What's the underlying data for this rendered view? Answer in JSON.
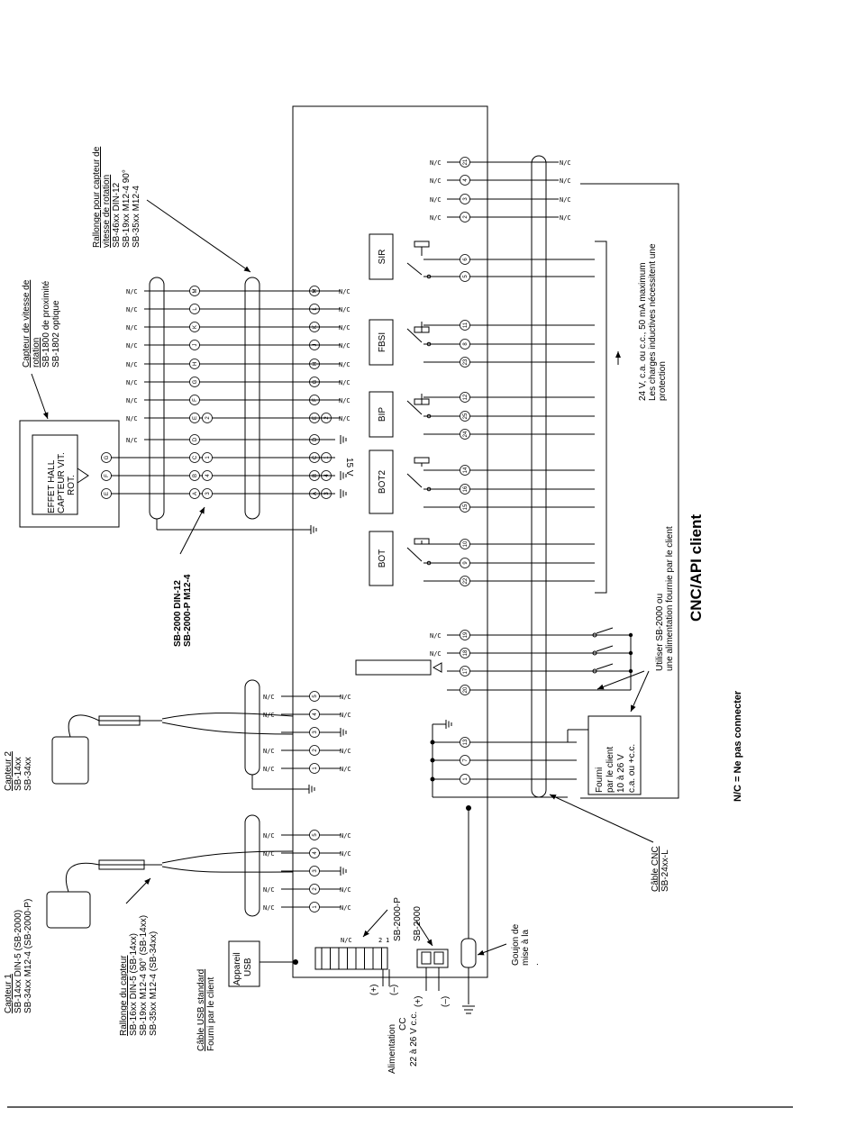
{
  "title": "CNC/API client",
  "footnote": "N/C = Ne pas connecter",
  "nc_label": "N/C",
  "relays": [
    "SIR",
    "FBSI",
    "BIP",
    "BOT2",
    "BOT"
  ],
  "hall": {
    "line1": "EFFET HALL",
    "line2": "CAPTEUR VIT.",
    "line3": "ROT."
  },
  "rot_sensor": {
    "title1": "Capteur de vitesse de",
    "title2": "rotation",
    "line1": "SB-1800 de proximité",
    "line2": "SB-1802 optique"
  },
  "rot_ext": {
    "title1": "Rallonge pour capteur de",
    "title2": "vitesse de rotation",
    "line1": "SB-46xx DIN-12",
    "line2": "SB-19xx M12-4 90°",
    "line3": "SB-35xx M12-4"
  },
  "sb2000_cable": {
    "line1": "SB-2000 DIN-12",
    "line2": "SB-2000-P M12-4"
  },
  "capteur2": {
    "title": "Capteur 2",
    "line1": "SB-14xx",
    "line2": "SB-34xx"
  },
  "capteur1": {
    "title": "Capteur 1",
    "line1": "SB-14xx DIN-5 (SB-2000)",
    "line2": "SB-34xx M12-4 (SB-2000-P)"
  },
  "sensor_ext": {
    "title": "Rallonge du capteur",
    "line1": "SB-16xx DIN-5 (SB-14xx)",
    "line2": "SB-19xx M12-4 90° (SB-14xx)",
    "line3": "SB-35xx M12-4 (SB-34xx)"
  },
  "usb_cable": {
    "title": "Câble USB standard",
    "line1": "Fourni par le client"
  },
  "usb_device": {
    "line1": "Appareil",
    "line2": "USB"
  },
  "power": {
    "line1": "Alimentation",
    "line2": "CC",
    "line3": "22 à 26 V c.c.",
    "plus": "(+)",
    "minus": "(–)"
  },
  "sb2000p": "SB-2000-P",
  "sb2000": "SB-2000",
  "ground_stud": {
    "line1": "Goujon de",
    "line2": "mise à la",
    "line3": "."
  },
  "cnc_cable": {
    "title": "Câble CNC",
    "line1": "SB-24xx-L"
  },
  "outputs_note": {
    "line1": "24 V, c.a. ou c.c., 50 mA maximum",
    "line2": "Les charges inductives nécessitent une",
    "line3": "protection"
  },
  "supply_note": {
    "line1": "Utiliser SB-2000 ou",
    "line2": "une alimentation fournie par le client"
  },
  "customer_supply": {
    "line1": "Fourni",
    "line2": "par le client",
    "line3": "10 à 26 V",
    "line4": "c.a. ou +c.c."
  },
  "v15": "15 V",
  "rot_pins": [
    "M",
    "L",
    "K",
    "J",
    "H",
    "G",
    "F",
    "E",
    "D",
    "C",
    "B",
    "A"
  ],
  "rot_pins_num": [
    "",
    "",
    "",
    "",
    "",
    "",
    "",
    "2",
    "",
    "1",
    "4",
    "3"
  ],
  "cnc_top_pins": [
    "21",
    "4",
    "3",
    "2"
  ],
  "cnc_left_pins": [
    "19",
    "18",
    "17",
    "20"
  ],
  "cnc_bottom_pins": [
    "13",
    "7",
    "1"
  ],
  "sensor_pins": [
    "5",
    "4",
    "3",
    "2",
    "1"
  ],
  "relay_pins": {
    "SIR": [
      "6",
      "5"
    ],
    "FBSI": [
      "11",
      "8",
      "23"
    ],
    "BIP": [
      "12",
      "25",
      "24"
    ],
    "BOT2": [
      "14",
      "16",
      "15"
    ],
    "BOT": [
      "10",
      "9",
      "22"
    ]
  },
  "usb_conn_pins": [
    "2",
    "1"
  ]
}
